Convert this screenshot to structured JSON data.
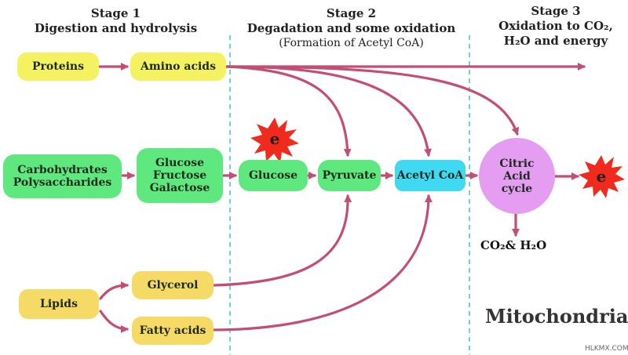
{
  "stages": [
    {
      "title": "Stage 1",
      "line1": "Digestion and hydrolysis",
      "line2": ""
    },
    {
      "title": "Stage 2",
      "line1": "Degadation and some oxidation",
      "line2": "(Formation of Acetyl CoA)"
    },
    {
      "title": "Stage 3",
      "line1": "Oxidation to CO₂,",
      "line2": "H₂O and energy"
    }
  ],
  "nodes": {
    "proteins": "Proteins",
    "amino_acids": "Amino acids",
    "carbohydrates": "Carbohydrates Polysaccharides",
    "sugars": "Glucose Fructose Galactose",
    "glucose": "Glucose",
    "pyruvate": "Pyruvate",
    "acetyl_coa": "Acetyl CoA",
    "citric_acid": "Citric Acid cycle",
    "lipids": "Lipids",
    "glycerol": "Glycerol",
    "fatty_acids": "Fatty acids"
  },
  "energy_symbol": "e",
  "products": "CO₂& H₂O",
  "location": "Mitochondria",
  "watermark": "HLKMX.COM",
  "colors": {
    "arrow": "#c44d72",
    "divider": "#4fc3d6",
    "yellow_box": "#f5f261",
    "gold_box": "#f6da66",
    "green_box": "#5ee87e",
    "cyan_box": "#3fd9f2",
    "circle": "#e49df0",
    "burst": "#f02a1c"
  }
}
